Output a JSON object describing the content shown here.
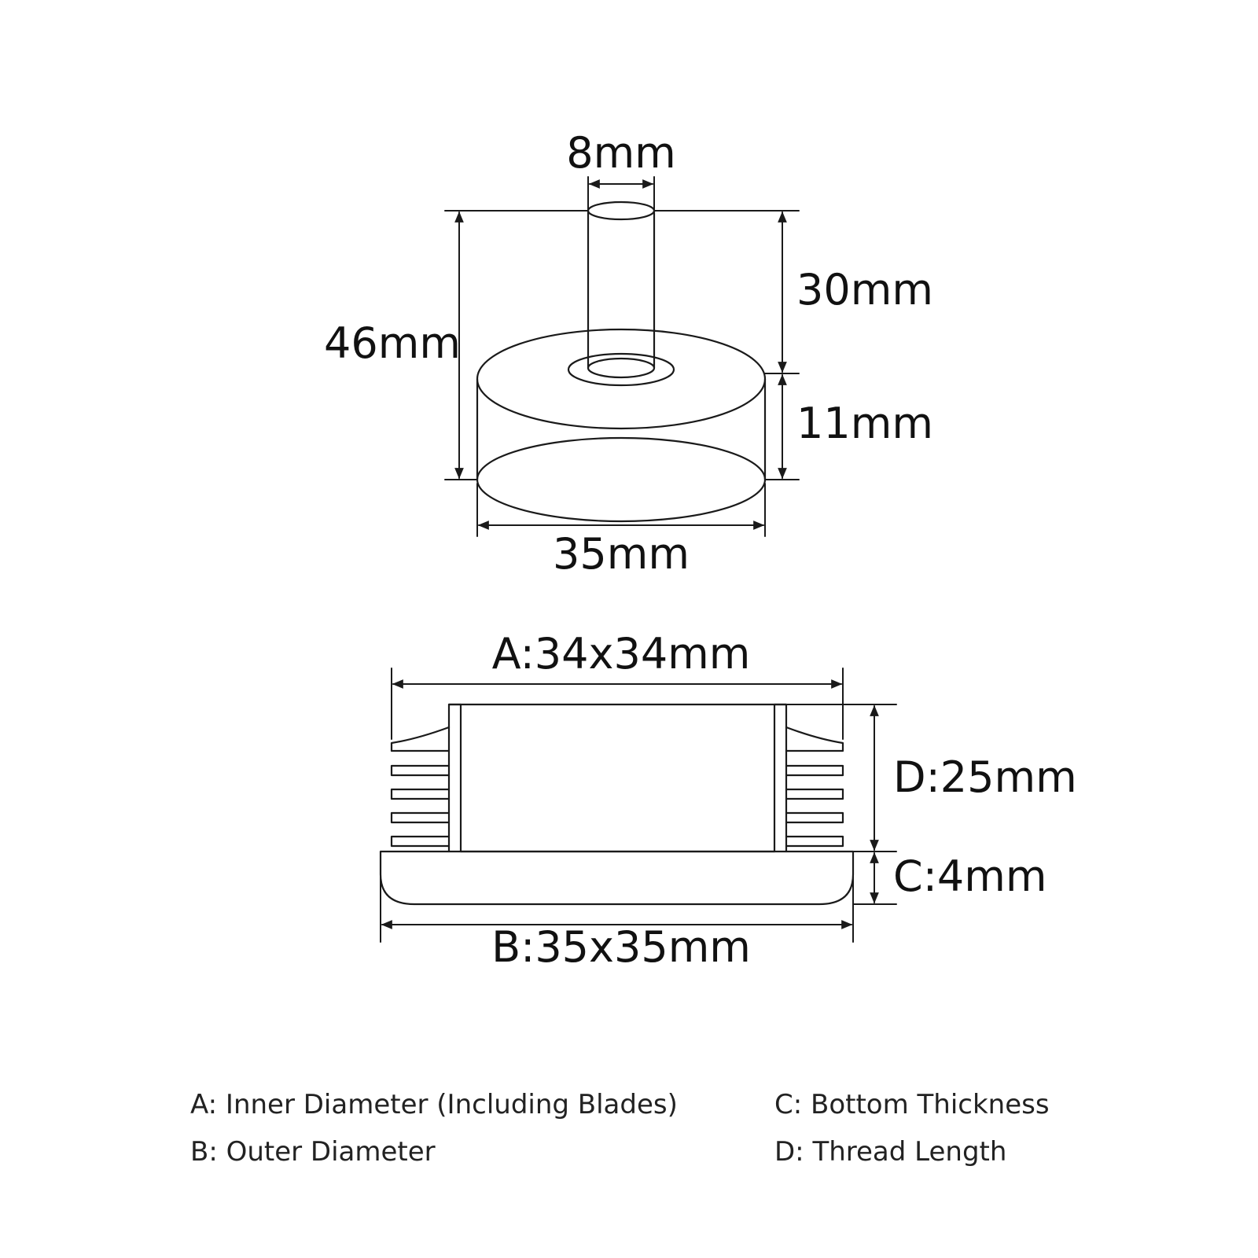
{
  "top_view": {
    "stud_diameter": "8mm",
    "stud_length": "30mm",
    "total_height": "46mm",
    "base_height": "11mm",
    "base_diameter": "35mm"
  },
  "side_view": {
    "inner": "A:34x34mm",
    "thread": "D:25mm",
    "bottom": "C:4mm",
    "outer": "B:35x35mm"
  },
  "legend": {
    "a": "A: Inner Diameter (Including Blades)",
    "b": "B: Outer Diameter",
    "c": "C: Bottom Thickness",
    "d": "D: Thread Length"
  },
  "colors": {
    "line": "#1a1a1a",
    "text": "#111111",
    "background": "#ffffff"
  }
}
